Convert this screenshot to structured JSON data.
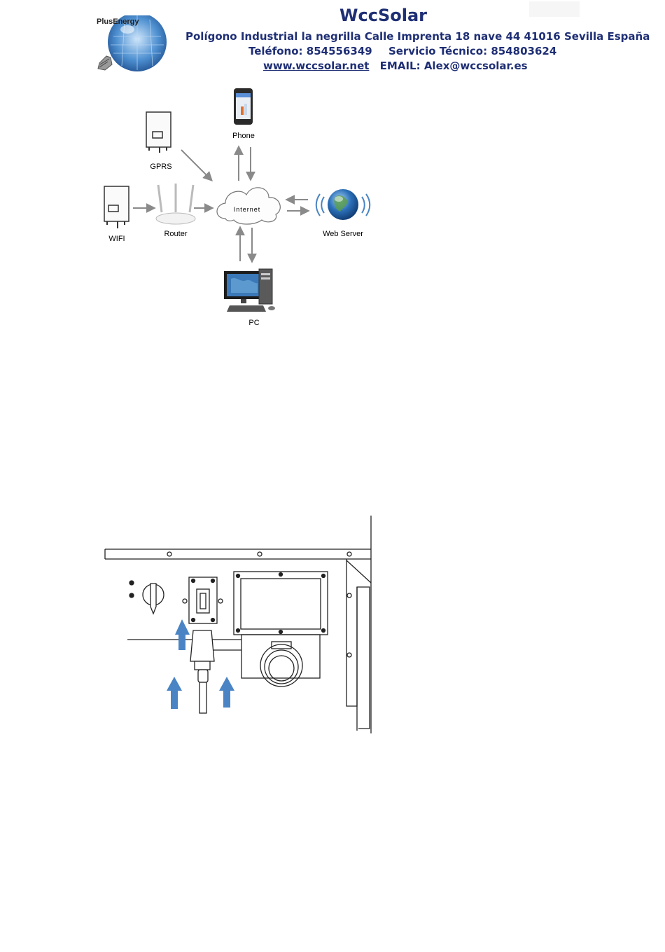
{
  "header": {
    "logo_text": "PlusEnergy",
    "company_name": "WccSolar",
    "address": "Polígono Industrial la negrilla Calle Imprenta 18 nave 44 41016 Sevilla España",
    "phone": "Teléfono: 854556349",
    "service": "Servicio Técnico: 854803624",
    "website": "www.wccsolar.net",
    "email": "EMAIL: Alex@wccsolar.es"
  },
  "network_diagram": {
    "labels": {
      "phone": "Phone",
      "gprs": "GPRS",
      "internet": "Internet",
      "wifi": "WIFI",
      "router": "Router",
      "web_server": "Web Server",
      "pc": "PC"
    }
  },
  "colors": {
    "header_text": "#1f2f75",
    "arrow_blue": "#4a84c4",
    "diagram_arrow": "#8a8a8a"
  }
}
